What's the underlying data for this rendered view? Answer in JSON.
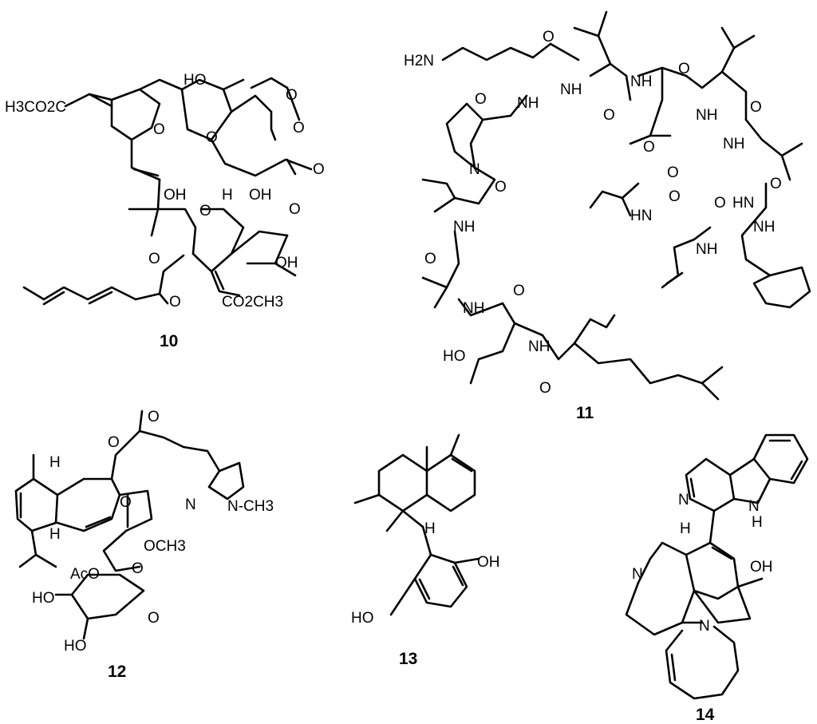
{
  "compounds": [
    {
      "id": "10",
      "label": "10",
      "atom_labels": [
        "H3CO2C",
        "HO",
        "O",
        "O",
        "O",
        "O",
        "O",
        "OH",
        "O",
        "H",
        "OH",
        "O",
        "O",
        "OH",
        "O",
        "CO2CH3"
      ]
    },
    {
      "id": "11",
      "label": "11",
      "atom_labels": [
        "H2N",
        "NH",
        "O",
        "O",
        "NH",
        "NH",
        "O",
        "O",
        "NH",
        "N",
        "O",
        "O",
        "NH",
        "O",
        "HN",
        "O",
        "O",
        "NH",
        "O",
        "NH",
        "O",
        "HN",
        "O",
        "NH",
        "HO",
        "NH",
        "O",
        "NH",
        "O"
      ]
    },
    {
      "id": "12",
      "label": "12",
      "atom_labels": [
        "H",
        "O",
        "O",
        "N",
        "N-CH3",
        "O",
        "H",
        "OCH3",
        "O",
        "AcO",
        "HO",
        "O",
        "HO"
      ]
    },
    {
      "id": "13",
      "label": "13",
      "atom_labels": [
        "H",
        "OH",
        "HO"
      ]
    },
    {
      "id": "14",
      "label": "14",
      "atom_labels": [
        "N",
        "N",
        "H",
        "H",
        "OH",
        "N",
        "N"
      ]
    }
  ]
}
